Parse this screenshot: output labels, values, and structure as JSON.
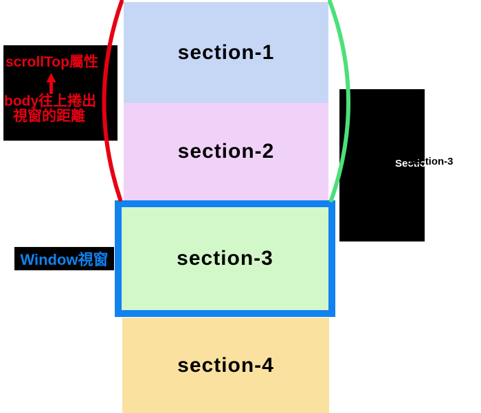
{
  "diagram": {
    "topic": "scrollTop",
    "background": "#ffffff"
  },
  "sections": [
    {
      "label": "section-1",
      "color": "#c6d7f6"
    },
    {
      "label": "section-2",
      "color": "#f0d2f8"
    },
    {
      "label": "section-3",
      "color": "#d2f7c8"
    },
    {
      "label": "section-4",
      "color": "#fbe1a0"
    }
  ],
  "window_viewport": {
    "label": "Window視窗",
    "border_color": "#1182f0",
    "label_color": "#0f82f0"
  },
  "scrolltop_annotation": {
    "title": "scrollTop屬性",
    "desc_line1": "body往上捲出",
    "desc_line2": "視窗的距離",
    "text_color": "#e60012",
    "box_color": "#000000"
  },
  "right_annotation": {
    "label": "Section-3",
    "box_color": "#000000",
    "text_color": "#000000",
    "shadow_color": "#ffffff"
  },
  "arcs": {
    "left_bracket_color": "#e60012",
    "right_bracket_color": "#4ce07a"
  }
}
